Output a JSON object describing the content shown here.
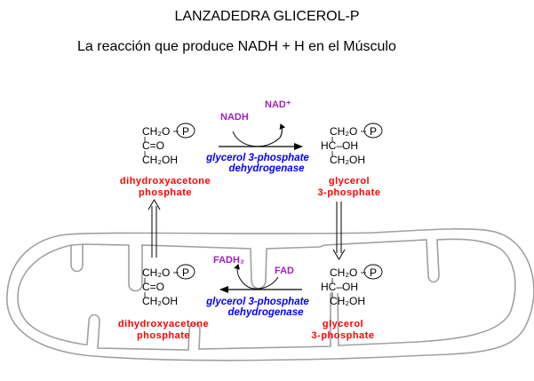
{
  "title": "LANZADEDRA GLICEROL-P",
  "subtitle": "La reacción que produce NADH + H en el Músculo",
  "colors": {
    "substrate_label": "#ff0000",
    "enzyme_label": "#0000ff",
    "cofactor_label": "#a020c0",
    "membrane": "#a0a0a0"
  },
  "cytosol_reaction": {
    "left_molecule": {
      "lines": [
        "CH₂O",
        "C=O",
        "CH₂OH"
      ],
      "phosphate": "P",
      "name_line1": "dihydroxyacetone",
      "name_line2": "phosphate"
    },
    "right_molecule": {
      "lines": [
        "CH₂O",
        "HC–OH",
        "CH₂OH"
      ],
      "phosphate": "P",
      "name_line1": "glycerol",
      "name_line2": "3-phosphate"
    },
    "enzyme_line1": "glycerol 3-phosphate",
    "enzyme_line2": "dehydrogenase",
    "cofactor_in": "NADH",
    "cofactor_out": "NAD⁺",
    "direction": "left-to-right"
  },
  "mitochondrial_reaction": {
    "left_molecule": {
      "lines": [
        "CH₂O",
        "C=O",
        "CH₂OH"
      ],
      "phosphate": "P",
      "name_line1": "dihydroxyacetone",
      "name_line2": "phosphate"
    },
    "right_molecule": {
      "lines": [
        "CH₂O",
        "HC–OH",
        "CH₂OH"
      ],
      "phosphate": "P",
      "name_line1": "glycerol",
      "name_line2": "3-phosphate"
    },
    "enzyme_line1": "glycerol 3-phosphate",
    "enzyme_line2": "dehydrogenase",
    "cofactor_in": "FAD",
    "cofactor_out": "FADH₂",
    "direction": "right-to-left"
  }
}
